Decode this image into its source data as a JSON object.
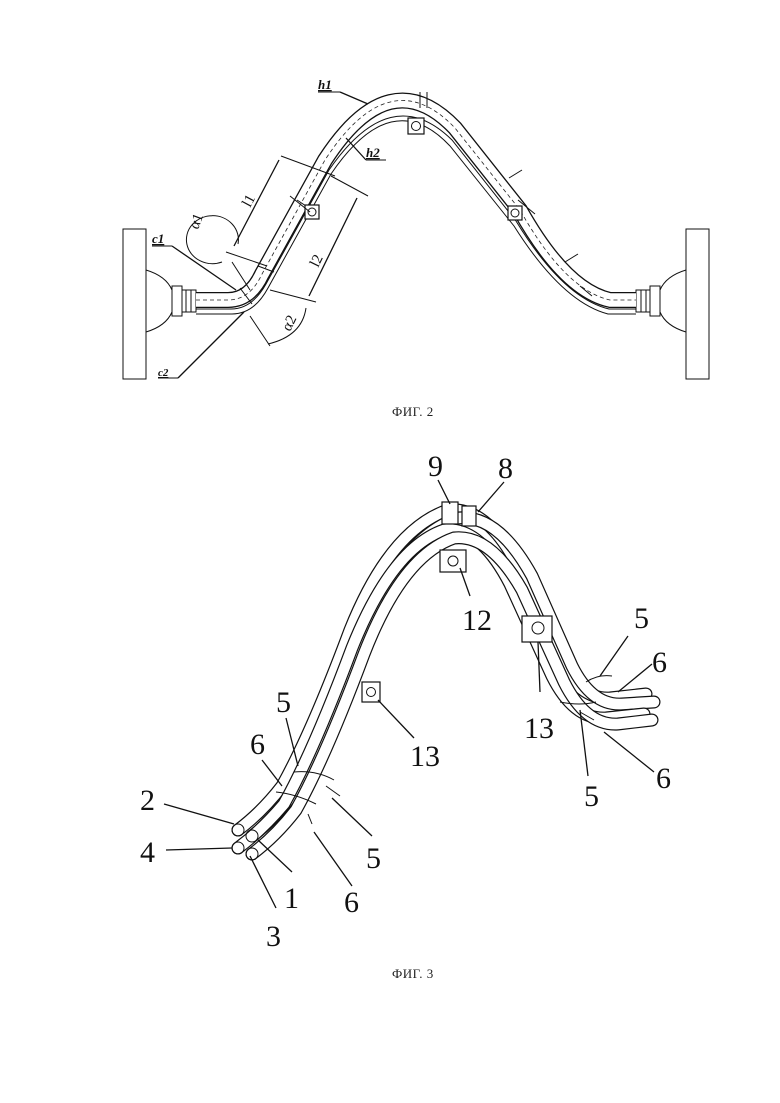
{
  "figure2": {
    "caption": "ФИГ. 2",
    "labels": {
      "h1": "h1",
      "h2": "h2",
      "c1": "c1",
      "c2": "c2",
      "a1": "α1",
      "a2": "α2",
      "l1": "l1",
      "l2": "l2"
    }
  },
  "figure3": {
    "caption": "ФИГ. 3",
    "labels": {
      "n9": "9",
      "n8": "8",
      "n12": "12",
      "n13_left": "13",
      "n13_right": "13",
      "n5_right_top": "5",
      "n6_right_top": "6",
      "n6_right_bottom": "6",
      "n5_right_bottom": "5",
      "n5_left_top": "5",
      "n6_left_top": "6",
      "n2": "2",
      "n4": "4",
      "n1": "1",
      "n3": "3",
      "n6_left_bottom": "6",
      "n5_left_bottom": "5"
    }
  }
}
